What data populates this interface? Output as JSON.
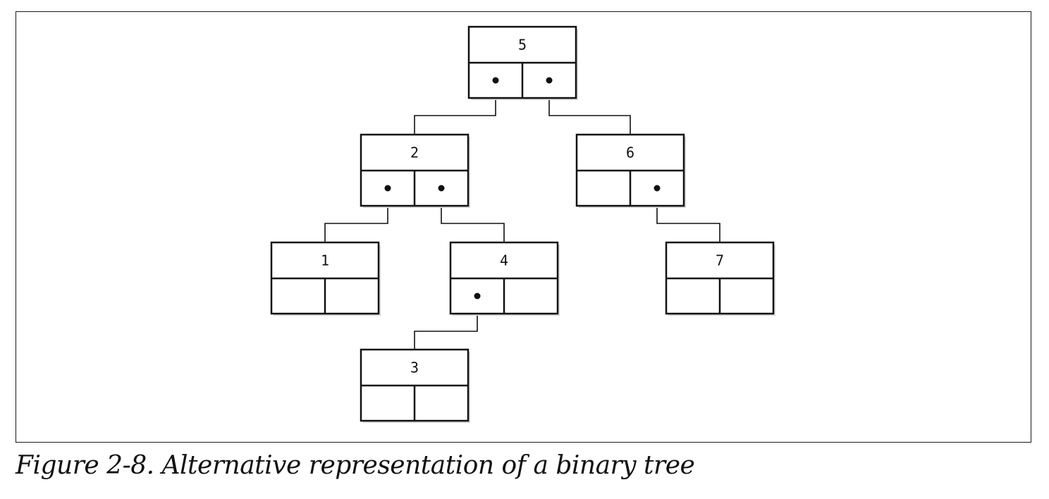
{
  "diagram": {
    "nodes": [
      {
        "id": "n5",
        "value": "5",
        "left_child": "n2",
        "right_child": "n6"
      },
      {
        "id": "n2",
        "value": "2",
        "left_child": "n1",
        "right_child": "n4"
      },
      {
        "id": "n6",
        "value": "6",
        "left_child": null,
        "right_child": "n7"
      },
      {
        "id": "n1",
        "value": "1",
        "left_child": null,
        "right_child": null
      },
      {
        "id": "n4",
        "value": "4",
        "left_child": "n3",
        "right_child": null
      },
      {
        "id": "n7",
        "value": "7",
        "left_child": null,
        "right_child": null
      },
      {
        "id": "n3",
        "value": "3",
        "left_child": null,
        "right_child": null
      }
    ]
  },
  "caption": "Figure 2-8. Alternative representation of a binary tree"
}
